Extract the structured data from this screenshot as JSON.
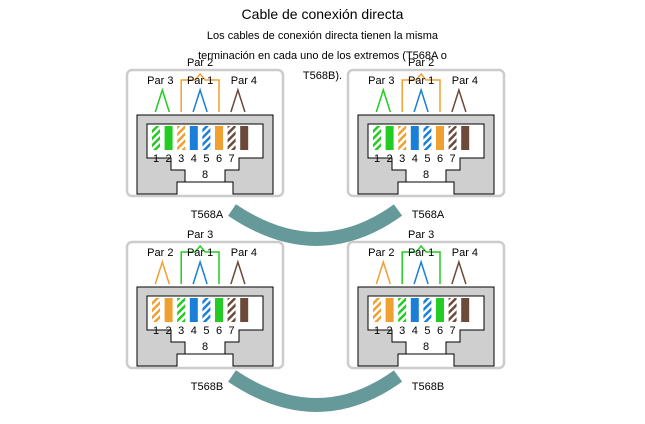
{
  "title": "Cable de conexión directa",
  "description": "Los cables de conexión directa tienen la misma terminación en cada uno de los extremos (T568A o T568B).",
  "colors": {
    "green": "#22cc22",
    "orange": "#f0a030",
    "blue": "#1a7fd8",
    "brown": "#6b4a3a",
    "cable": "#669999",
    "panel_border": "#cccccc",
    "jack_fill": "#cfcfcf"
  },
  "connectors": [
    {
      "standard": "T568A",
      "pair_labels": {
        "top": "Par 2",
        "left": "Par 3",
        "middle": "Par 1",
        "right": "Par 4"
      },
      "wire_colors": [
        "green-white",
        "green",
        "orange-white",
        "blue",
        "blue-white",
        "orange",
        "brown-white",
        "brown"
      ],
      "pin_numbers": [
        "1",
        "2",
        "3",
        "4",
        "5",
        "6",
        "7",
        "8"
      ]
    },
    {
      "standard": "T568A",
      "pair_labels": {
        "top": "Par 2",
        "left": "Par 3",
        "middle": "Par 1",
        "right": "Par 4"
      },
      "wire_colors": [
        "green-white",
        "green",
        "orange-white",
        "blue",
        "blue-white",
        "orange",
        "brown-white",
        "brown"
      ],
      "pin_numbers": [
        "1",
        "2",
        "3",
        "4",
        "5",
        "6",
        "7",
        "8"
      ]
    },
    {
      "standard": "T568B",
      "pair_labels": {
        "top": "Par 3",
        "left": "Par 2",
        "middle": "Par 1",
        "right": "Par 4"
      },
      "wire_colors": [
        "orange-white",
        "orange",
        "green-white",
        "blue",
        "blue-white",
        "green",
        "brown-white",
        "brown"
      ],
      "pin_numbers": [
        "1",
        "2",
        "3",
        "4",
        "5",
        "6",
        "7",
        "8"
      ]
    },
    {
      "standard": "T568B",
      "pair_labels": {
        "top": "Par 3",
        "left": "Par 2",
        "middle": "Par 1",
        "right": "Par 4"
      },
      "wire_colors": [
        "orange-white",
        "orange",
        "green-white",
        "blue",
        "blue-white",
        "green",
        "brown-white",
        "brown"
      ],
      "pin_numbers": [
        "1",
        "2",
        "3",
        "4",
        "5",
        "6",
        "7",
        "8"
      ]
    }
  ]
}
